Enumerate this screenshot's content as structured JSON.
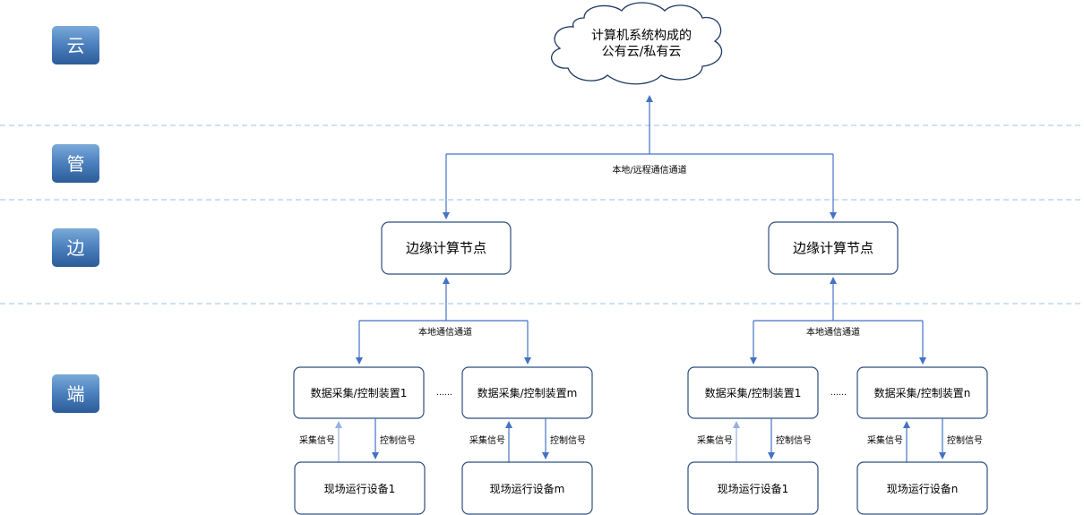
{
  "layers": [
    {
      "label": "云"
    },
    {
      "label": "管"
    },
    {
      "label": "边"
    },
    {
      "label": "端"
    }
  ],
  "cloud": {
    "line1": "计算机系统构成的",
    "line2": "公有云/私有云"
  },
  "channels": {
    "remote": "本地/远程通信通道",
    "local_left": "本地通信通道",
    "local_right": "本地通信通道"
  },
  "edge_nodes": [
    {
      "label": "边缘计算节点"
    },
    {
      "label": "边缘计算节点"
    }
  ],
  "collectors": [
    {
      "label": "数据采集/控制装置1"
    },
    {
      "label": "数据采集/控制装置m"
    },
    {
      "label": "数据采集/控制装置1"
    },
    {
      "label": "数据采集/控制装置n"
    }
  ],
  "ellipsis": [
    "……",
    "……"
  ],
  "devices": [
    {
      "label": "现场运行设备1"
    },
    {
      "label": "现场运行设备m"
    },
    {
      "label": "现场运行设备1"
    },
    {
      "label": "现场运行设备n"
    }
  ],
  "signals": {
    "collect": "采集信号",
    "control": "控制信号"
  },
  "colors": {
    "layer_badge_top": "#6f9fd0",
    "layer_badge_bottom": "#2f62a0",
    "arrow": "#4472c4",
    "divider": "#9dc3e6",
    "box_border": "#2f4f7f",
    "text": "#000000"
  }
}
